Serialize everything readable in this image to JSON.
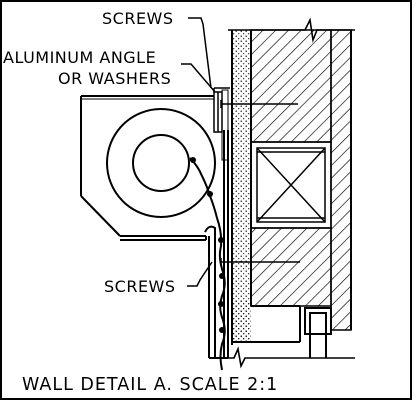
{
  "labels": {
    "screws_top": "SCREWS",
    "angle_line1": "ALUMINUM ANGLE",
    "angle_line2": "OR WASHERS",
    "screws_bottom": "SCREWS"
  },
  "caption": "WALL DETAIL A. SCALE 2:1",
  "colors": {
    "line": "#000000",
    "background": "#ffffff"
  }
}
